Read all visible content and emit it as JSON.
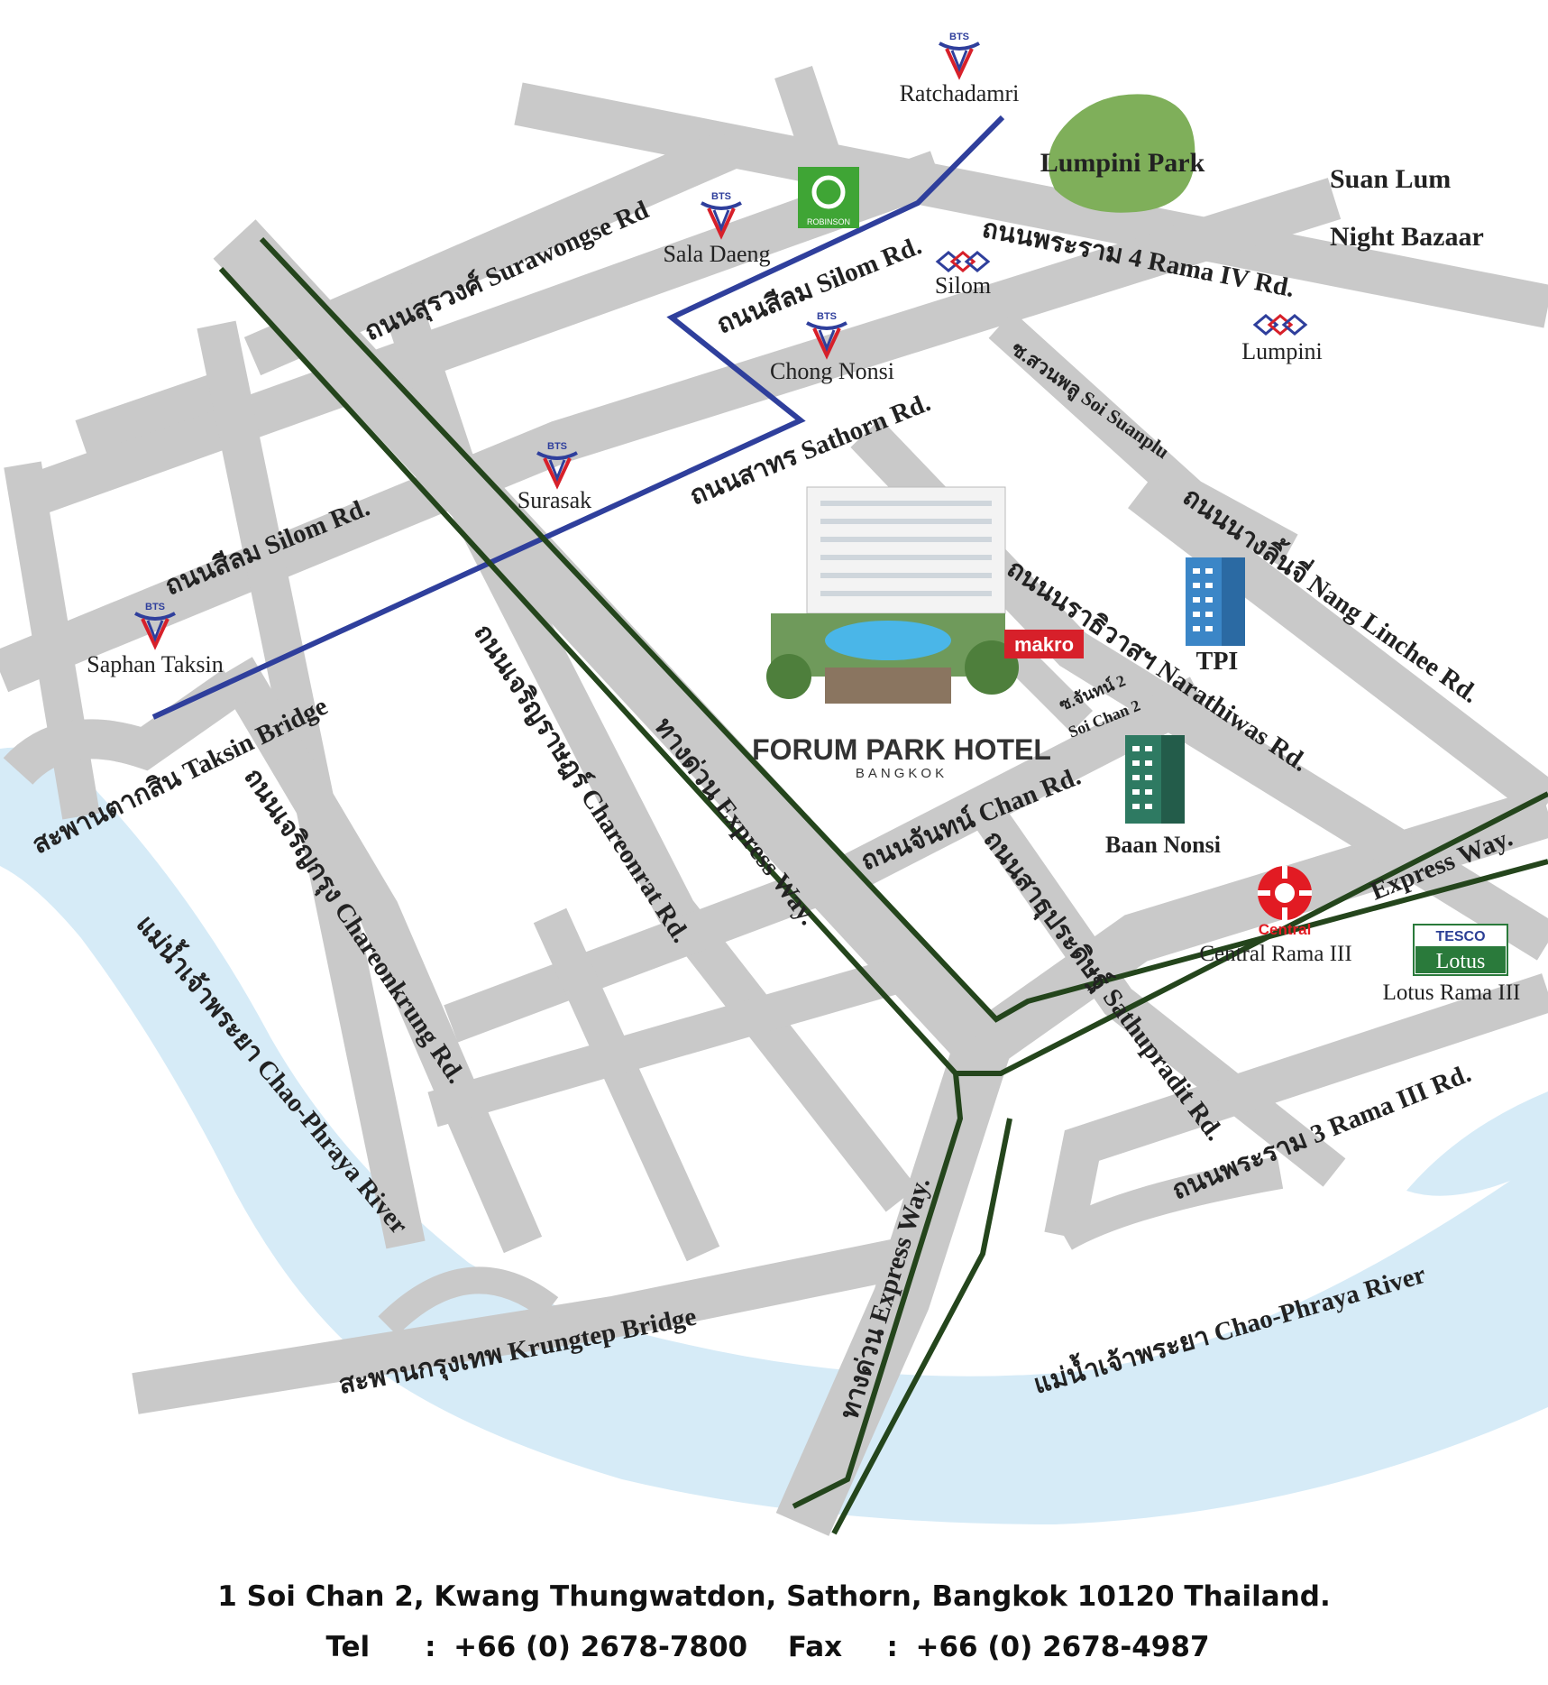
{
  "colors": {
    "road": "#c9c9c9",
    "river": "#d6ebf7",
    "bts_line": "#2f3f9c",
    "expressway": "#24451c",
    "park": "#7faf5a",
    "makro": "#d7202a",
    "central": "#e21b23"
  },
  "stations": {
    "ratchadamri": "Ratchadamri",
    "sala_daeng": "Sala Daeng",
    "silom": "Silom",
    "chong_nonsi": "Chong Nonsi",
    "surasak": "Surasak",
    "saphan_taksin": "Saphan Taksin",
    "lumpini": "Lumpini",
    "bts_badge": "BTS"
  },
  "places": {
    "lumpini_park": "Lumpini Park",
    "suan_lum_1": "Suan Lum",
    "suan_lum_2": "Night Bazaar",
    "robinson": "ROBINSON",
    "makro": "makro",
    "tpi": "TPI",
    "baan_nonsi": "Baan Nonsi",
    "central_logo": "Central",
    "central_rama3": "Central Rama III",
    "tesco": "TESCO",
    "lotus": "Lotus",
    "lotus_rama3": "Lotus Rama III",
    "hotel_name": "FORUM PARK HOTEL",
    "hotel_city": "BANGKOK"
  },
  "roads": {
    "surawongse": "ถนนสุรวงศ์ Surawongse Rd",
    "silom_top": "ถนนสีลม Silom Rd.",
    "rama4": "ถนนพระราม 4 Rama IV Rd.",
    "sathorn": "ถนนสาทร Sathorn Rd.",
    "soi_suanplu": "ซ.สวนพลู Soi Suanplu",
    "silom_left": "ถนนสีลม Silom Rd.",
    "nang_linchee": "ถนนนางลิ้นจี่ Nang Linchee Rd.",
    "narathiwas": "ถนนนราธิวาสฯ Narathiwas Rd.",
    "soi_chan2_th": "ซ.จันทน์ 2",
    "soi_chan2_en": "Soi Chan 2",
    "chan": "ถนนจันทน์ Chan Rd.",
    "chareonrat": "ถนนเจริญราษฎร์ Chareonrat Rd.",
    "expressway_1": "ทางด่วน Express Way.",
    "expressway_2": "Express Way.",
    "expressway_3": "ทางด่วน Express Way.",
    "taksin_bridge": "สะพานตากสิน Taksin Bridge",
    "chareonkrung": "ถนนเจริญกรุง Chareonkrung Rd.",
    "sathupradit": "ถนนสาธุประดิษฐ์ Sathupradit Rd.",
    "rama3": "ถนนพระราม 3 Rama III Rd.",
    "krungtep_bridge": "สะพานกรุงเทพ Krungtep Bridge",
    "river_left": "แม่น้ำเจ้าพระยา Chao-Phraya River",
    "river_right": "แม่น้ำเจ้าพระยา Chao-Phraya River"
  },
  "address": {
    "line1": "1 Soi Chan 2, Kwang Thungwatdon, Sathorn, Bangkok 10120 Thailand.",
    "tel_label": "Tel",
    "tel_sep": ":",
    "tel_value": "+66 (0) 2678-7800",
    "fax_label": "Fax",
    "fax_sep": ":",
    "fax_value": "+66 (0) 2678-4987"
  }
}
